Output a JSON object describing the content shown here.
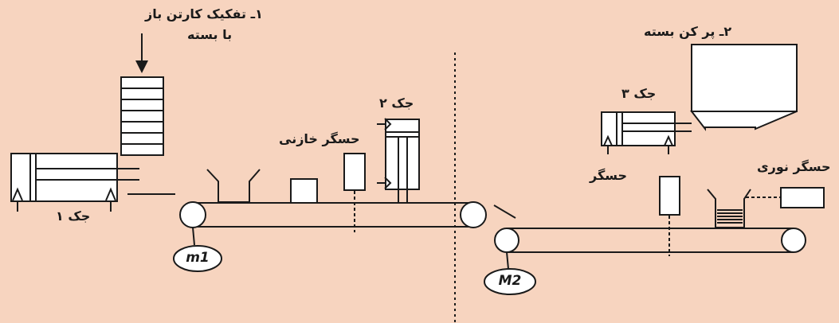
{
  "labels": {
    "step1_line1": "۱ـ تفکیک کارتن باز",
    "step1_line2": "با بسته",
    "step2": "۲ـ پر کن بسته",
    "jack1": "جک ۱",
    "jack2": "جک ۲",
    "jack3": "جک ۳",
    "sensor_magazine": "حسگر خازنی",
    "sensor": "حسگر",
    "sensor_optical": "حسگر نوری"
  },
  "motors": {
    "m1": "m1",
    "m2": "M2"
  },
  "colors": {
    "background": "#f7d4bf",
    "stroke": "#1a1a1a",
    "fill": "#ffffff"
  }
}
